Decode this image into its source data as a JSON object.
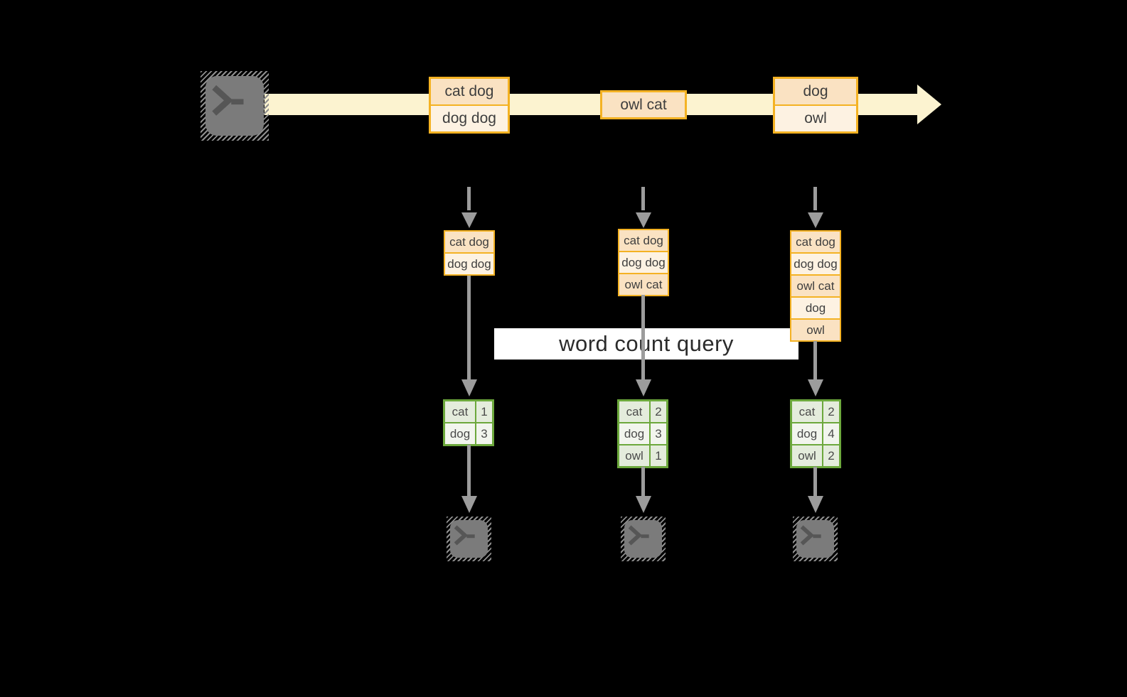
{
  "query_label": "word count query",
  "colors": {
    "background": "#000000",
    "stream_band": "#fcf3d0",
    "box_border": "#f4b223",
    "cell_dark": "#fae2c2",
    "cell_light": "#fdf2e2",
    "table_border": "#6ca83c",
    "table_row_dark": "#e4ecdc",
    "table_row_light": "#f2f5ee",
    "arrow_gray": "#9c9c9c",
    "terminal_gray": "#7b7b7b",
    "query_band_bg": "#ffffff"
  },
  "stream": {
    "batches": [
      {
        "lines": [
          "cat dog",
          "dog dog"
        ]
      },
      {
        "lines": [
          "owl cat"
        ]
      },
      {
        "lines": [
          "dog",
          "owl"
        ]
      }
    ]
  },
  "columns": [
    {
      "input": [
        "cat dog",
        "dog dog"
      ],
      "result": [
        [
          "cat",
          "1"
        ],
        [
          "dog",
          "3"
        ]
      ]
    },
    {
      "input": [
        "cat dog",
        "dog dog",
        "owl cat"
      ],
      "result": [
        [
          "cat",
          "2"
        ],
        [
          "dog",
          "3"
        ],
        [
          "owl",
          "1"
        ]
      ]
    },
    {
      "input": [
        "cat dog",
        "dog dog",
        "owl cat",
        "dog",
        "owl"
      ],
      "result": [
        [
          "cat",
          "2"
        ],
        [
          "dog",
          "4"
        ],
        [
          "owl",
          "2"
        ]
      ]
    }
  ],
  "icons": {
    "source": "terminal-icon",
    "sink_1": "terminal-icon",
    "sink_2": "terminal-icon",
    "sink_3": "terminal-icon"
  }
}
